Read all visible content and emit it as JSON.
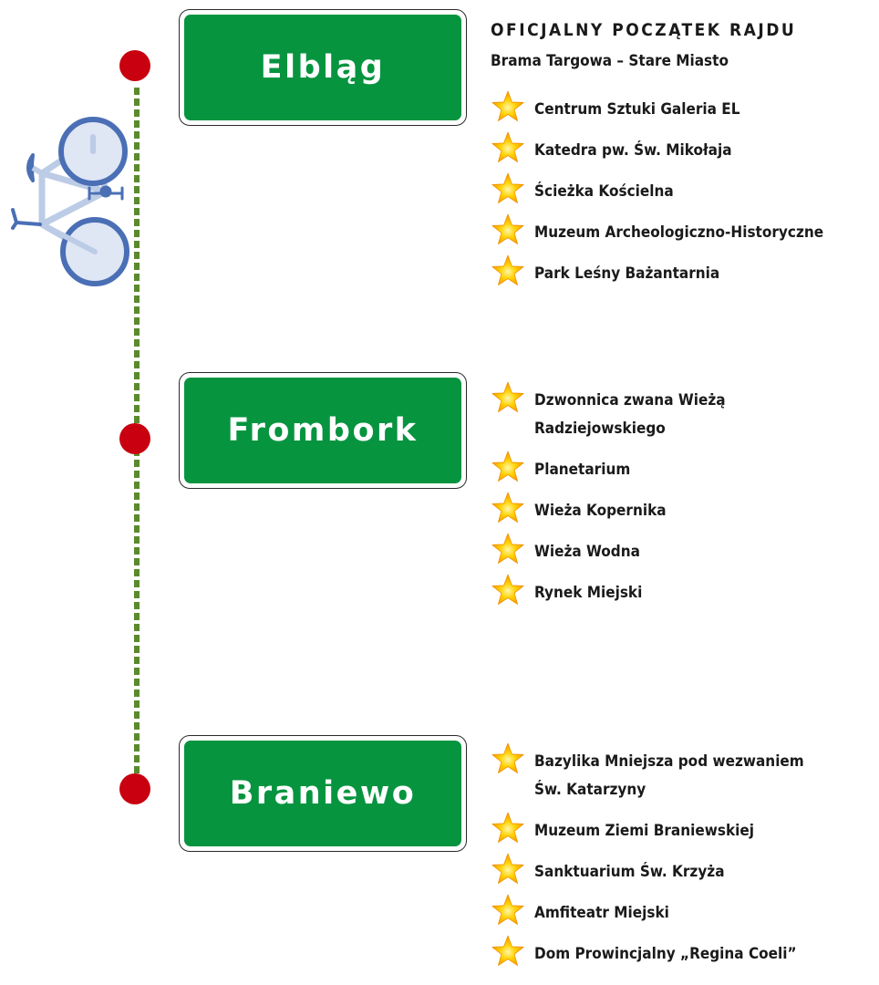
{
  "colors": {
    "route_line": "#5b8a2d",
    "stop_marker": "#c8000f",
    "sign_green": "#06943f",
    "sign_text": "#ffffff",
    "star_fill": "#ffd200",
    "star_edge": "#f29200",
    "bike_frame": "#bccce6",
    "bike_wheels": "#4a6fb5"
  },
  "icons": {
    "bike": "bicycle-icon",
    "attraction": "star-icon",
    "stop": "red-dot-marker"
  },
  "stops": [
    {
      "town": "Elbląg",
      "heading": "OFICJALNY POCZĄTEK RAJDU",
      "subheading": "Brama Targowa – Stare Miasto",
      "attractions": [
        [
          "Centrum Sztuki Galeria EL"
        ],
        [
          "Katedra pw. Św. Mikołaja"
        ],
        [
          "Ścieżka Kościelna"
        ],
        [
          "Muzeum Archeologiczno-Historyczne"
        ],
        [
          "Park Leśny Bażantarnia"
        ]
      ]
    },
    {
      "town": "Frombork",
      "attractions": [
        [
          "Dzwonnica zwana Wieżą",
          "Radziejowskiego"
        ],
        [
          "Planetarium"
        ],
        [
          "Wieża Kopernika"
        ],
        [
          "Wieża Wodna"
        ],
        [
          "Rynek Miejski"
        ]
      ]
    },
    {
      "town": "Braniewo",
      "attractions": [
        [
          "Bazylika Mniejsza pod wezwaniem",
          "Św. Katarzyny"
        ],
        [
          "Muzeum Ziemi Braniewskiej"
        ],
        [
          "Sanktuarium Św. Krzyża"
        ],
        [
          "Amfiteatr Miejski"
        ],
        [
          "Dom Prowincjalny „Regina Coeli”"
        ]
      ]
    }
  ]
}
